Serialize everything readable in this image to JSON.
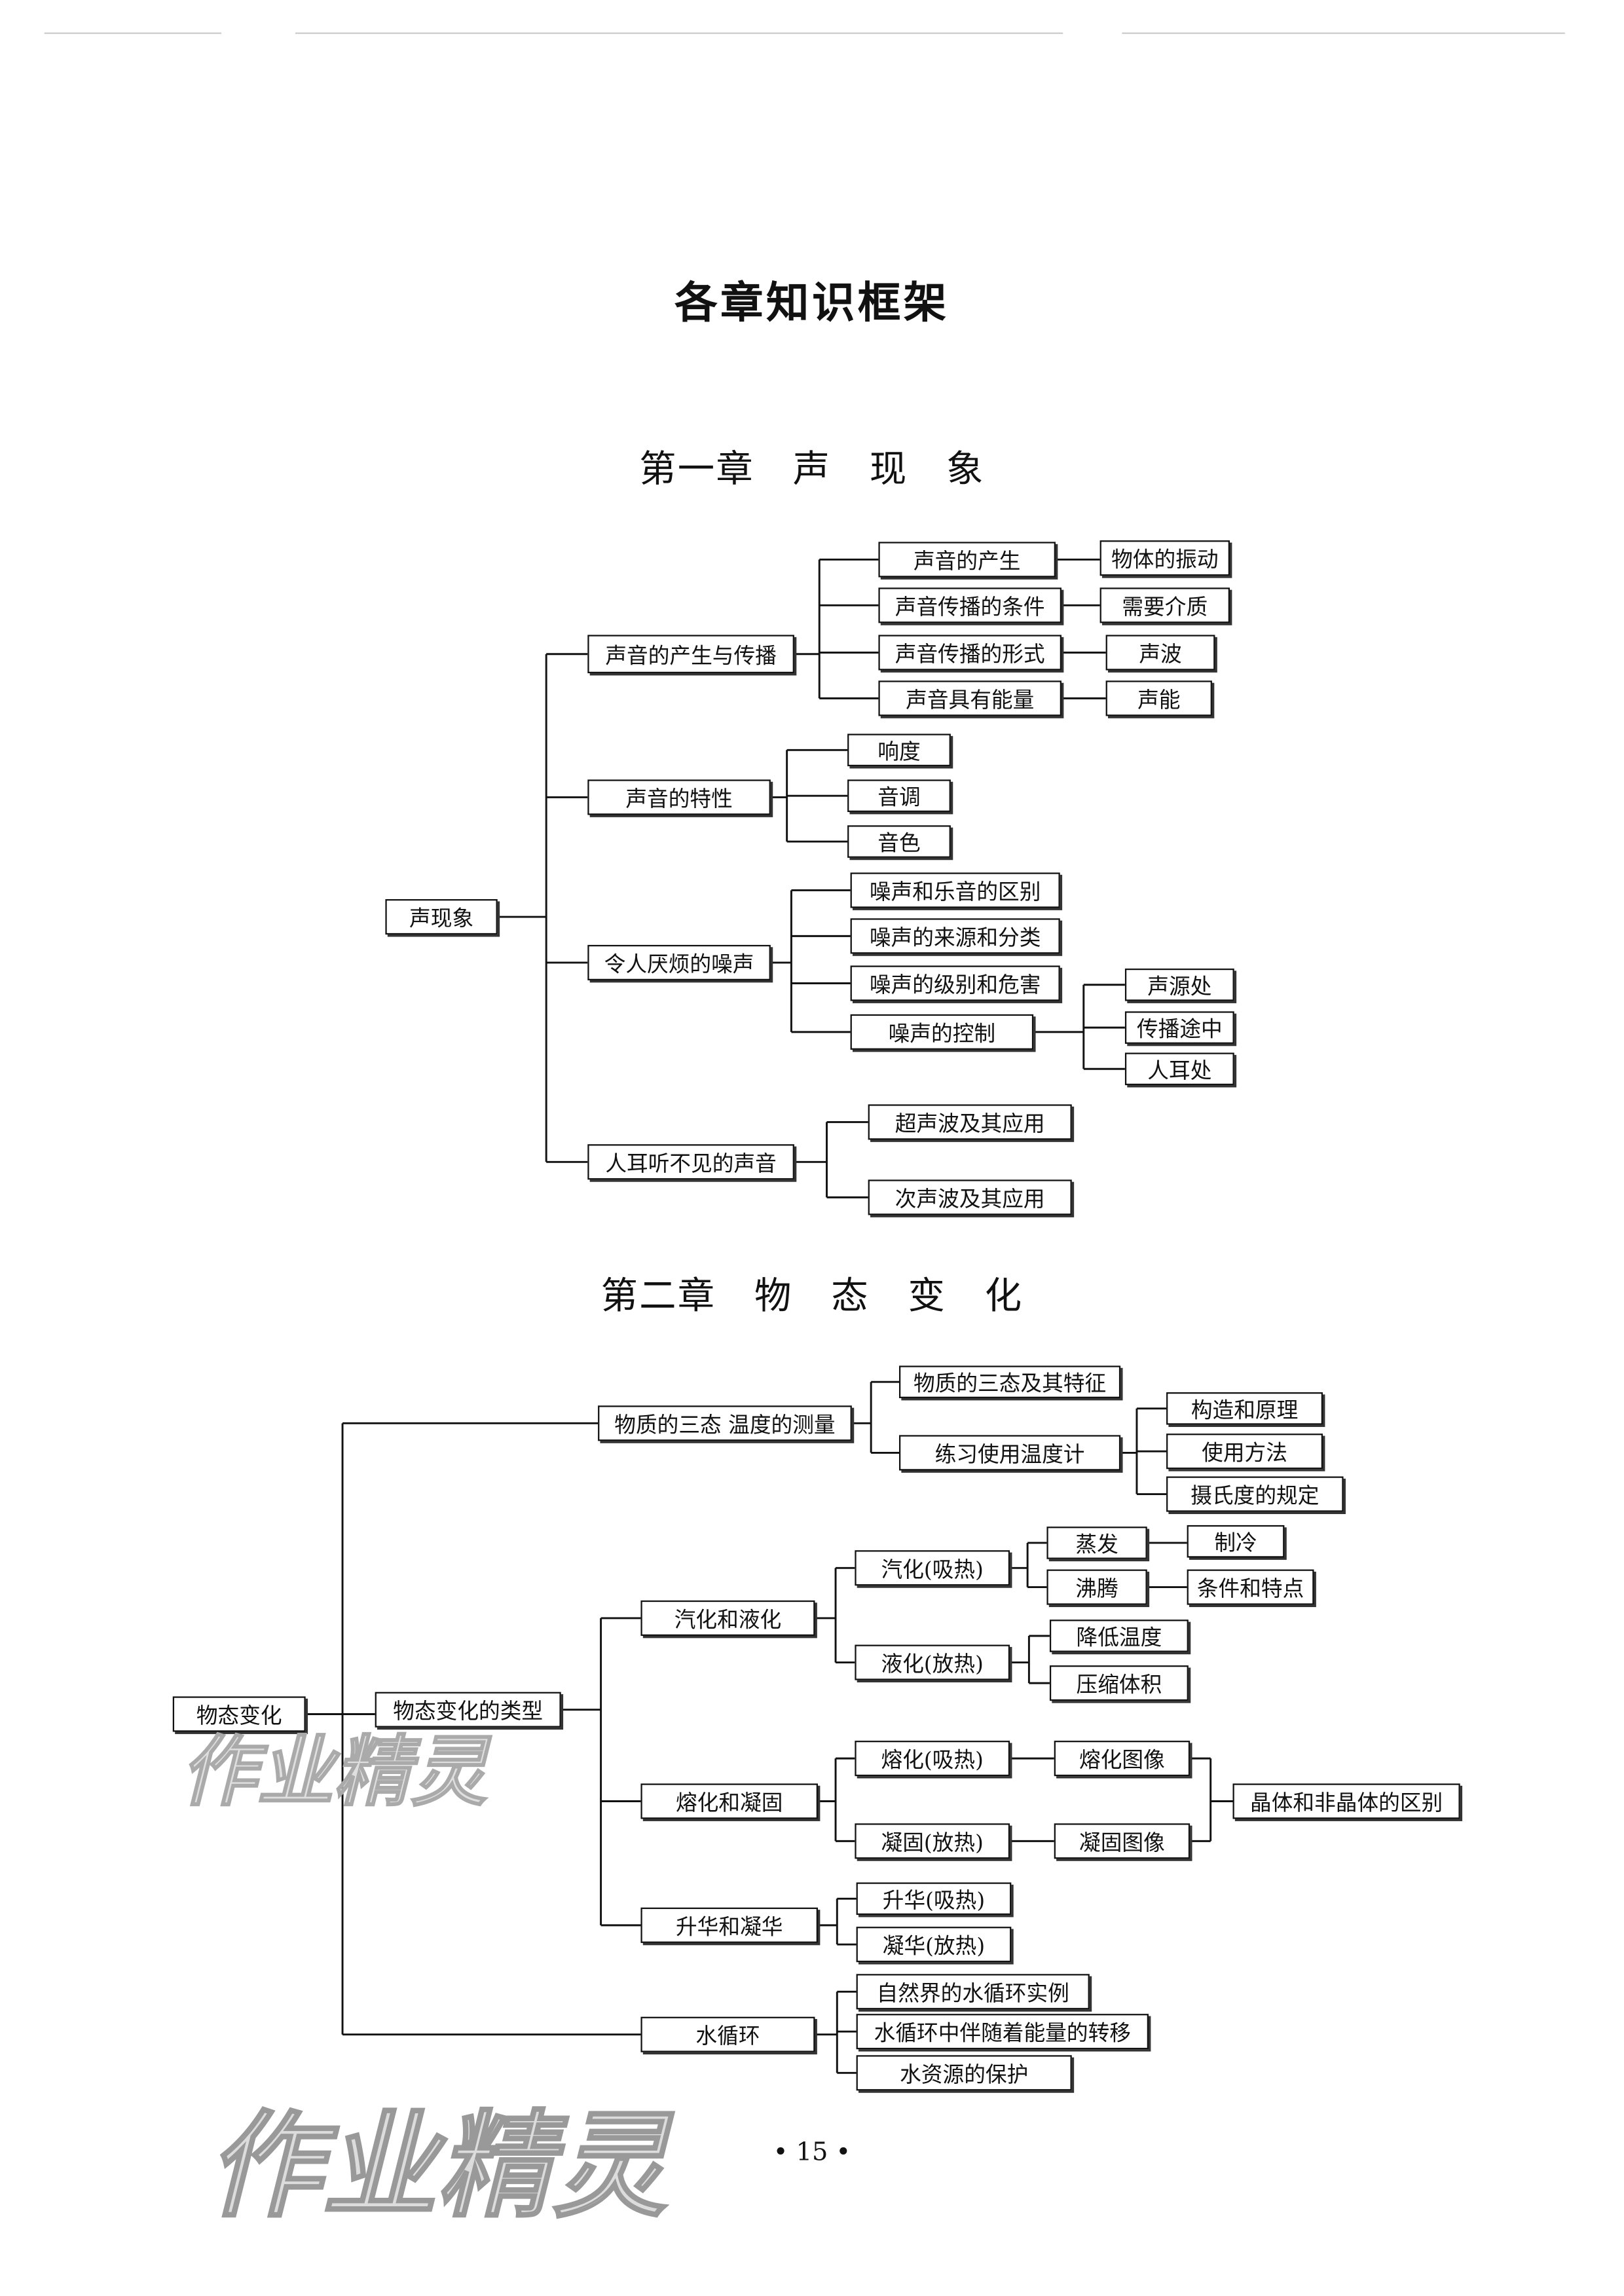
{
  "page_title": "各章知识框架",
  "page_number": "• 15 •",
  "watermark": "作业精灵",
  "chapter1": {
    "title": "第一章　声　现　象",
    "root": "声现象",
    "branches": [
      "声音的产生与传播",
      "声音的特性",
      "令人厌烦的噪声",
      "人耳听不见的声音"
    ],
    "propagation": [
      "声音的产生",
      "声音传播的条件",
      "声音传播的形式",
      "声音具有能量"
    ],
    "propagation_leaves": [
      "物体的振动",
      "需要介质",
      "声波",
      "声能"
    ],
    "characteristics": [
      "响度",
      "音调",
      "音色"
    ],
    "noise": [
      "噪声和乐音的区别",
      "噪声的来源和分类",
      "噪声的级别和危害",
      "噪声的控制"
    ],
    "noise_control": [
      "声源处",
      "传播途中",
      "人耳处"
    ],
    "inaudible": [
      "超声波及其应用",
      "次声波及其应用"
    ]
  },
  "chapter2": {
    "title": "第二章　物　态　变　化",
    "root": "物态变化",
    "types": "物态变化的类型",
    "branches": [
      "物质的三态 温度的测量",
      "汽化和液化",
      "熔化和凝固",
      "升华和凝华",
      "水循环"
    ],
    "states": [
      "物质的三态及其特征",
      "练习使用温度计"
    ],
    "thermometer": [
      "构造和原理",
      "使用方法",
      "摄氏度的规定"
    ],
    "vapor": [
      "汽化(吸热)",
      "液化(放热)"
    ],
    "vaporization": [
      "蒸发",
      "沸腾"
    ],
    "vaporization_leaves": [
      "制冷",
      "条件和特点"
    ],
    "liquefaction": [
      "降低温度",
      "压缩体积"
    ],
    "melt": [
      "熔化(吸热)",
      "凝固(放热)"
    ],
    "melt_graphs": [
      "熔化图像",
      "凝固图像"
    ],
    "crystal": "晶体和非晶体的区别",
    "sublimation": [
      "升华(吸热)",
      "凝华(放热)"
    ],
    "water_cycle": [
      "自然界的水循环实例",
      "水循环中伴随着能量的转移",
      "水资源的保护"
    ]
  }
}
